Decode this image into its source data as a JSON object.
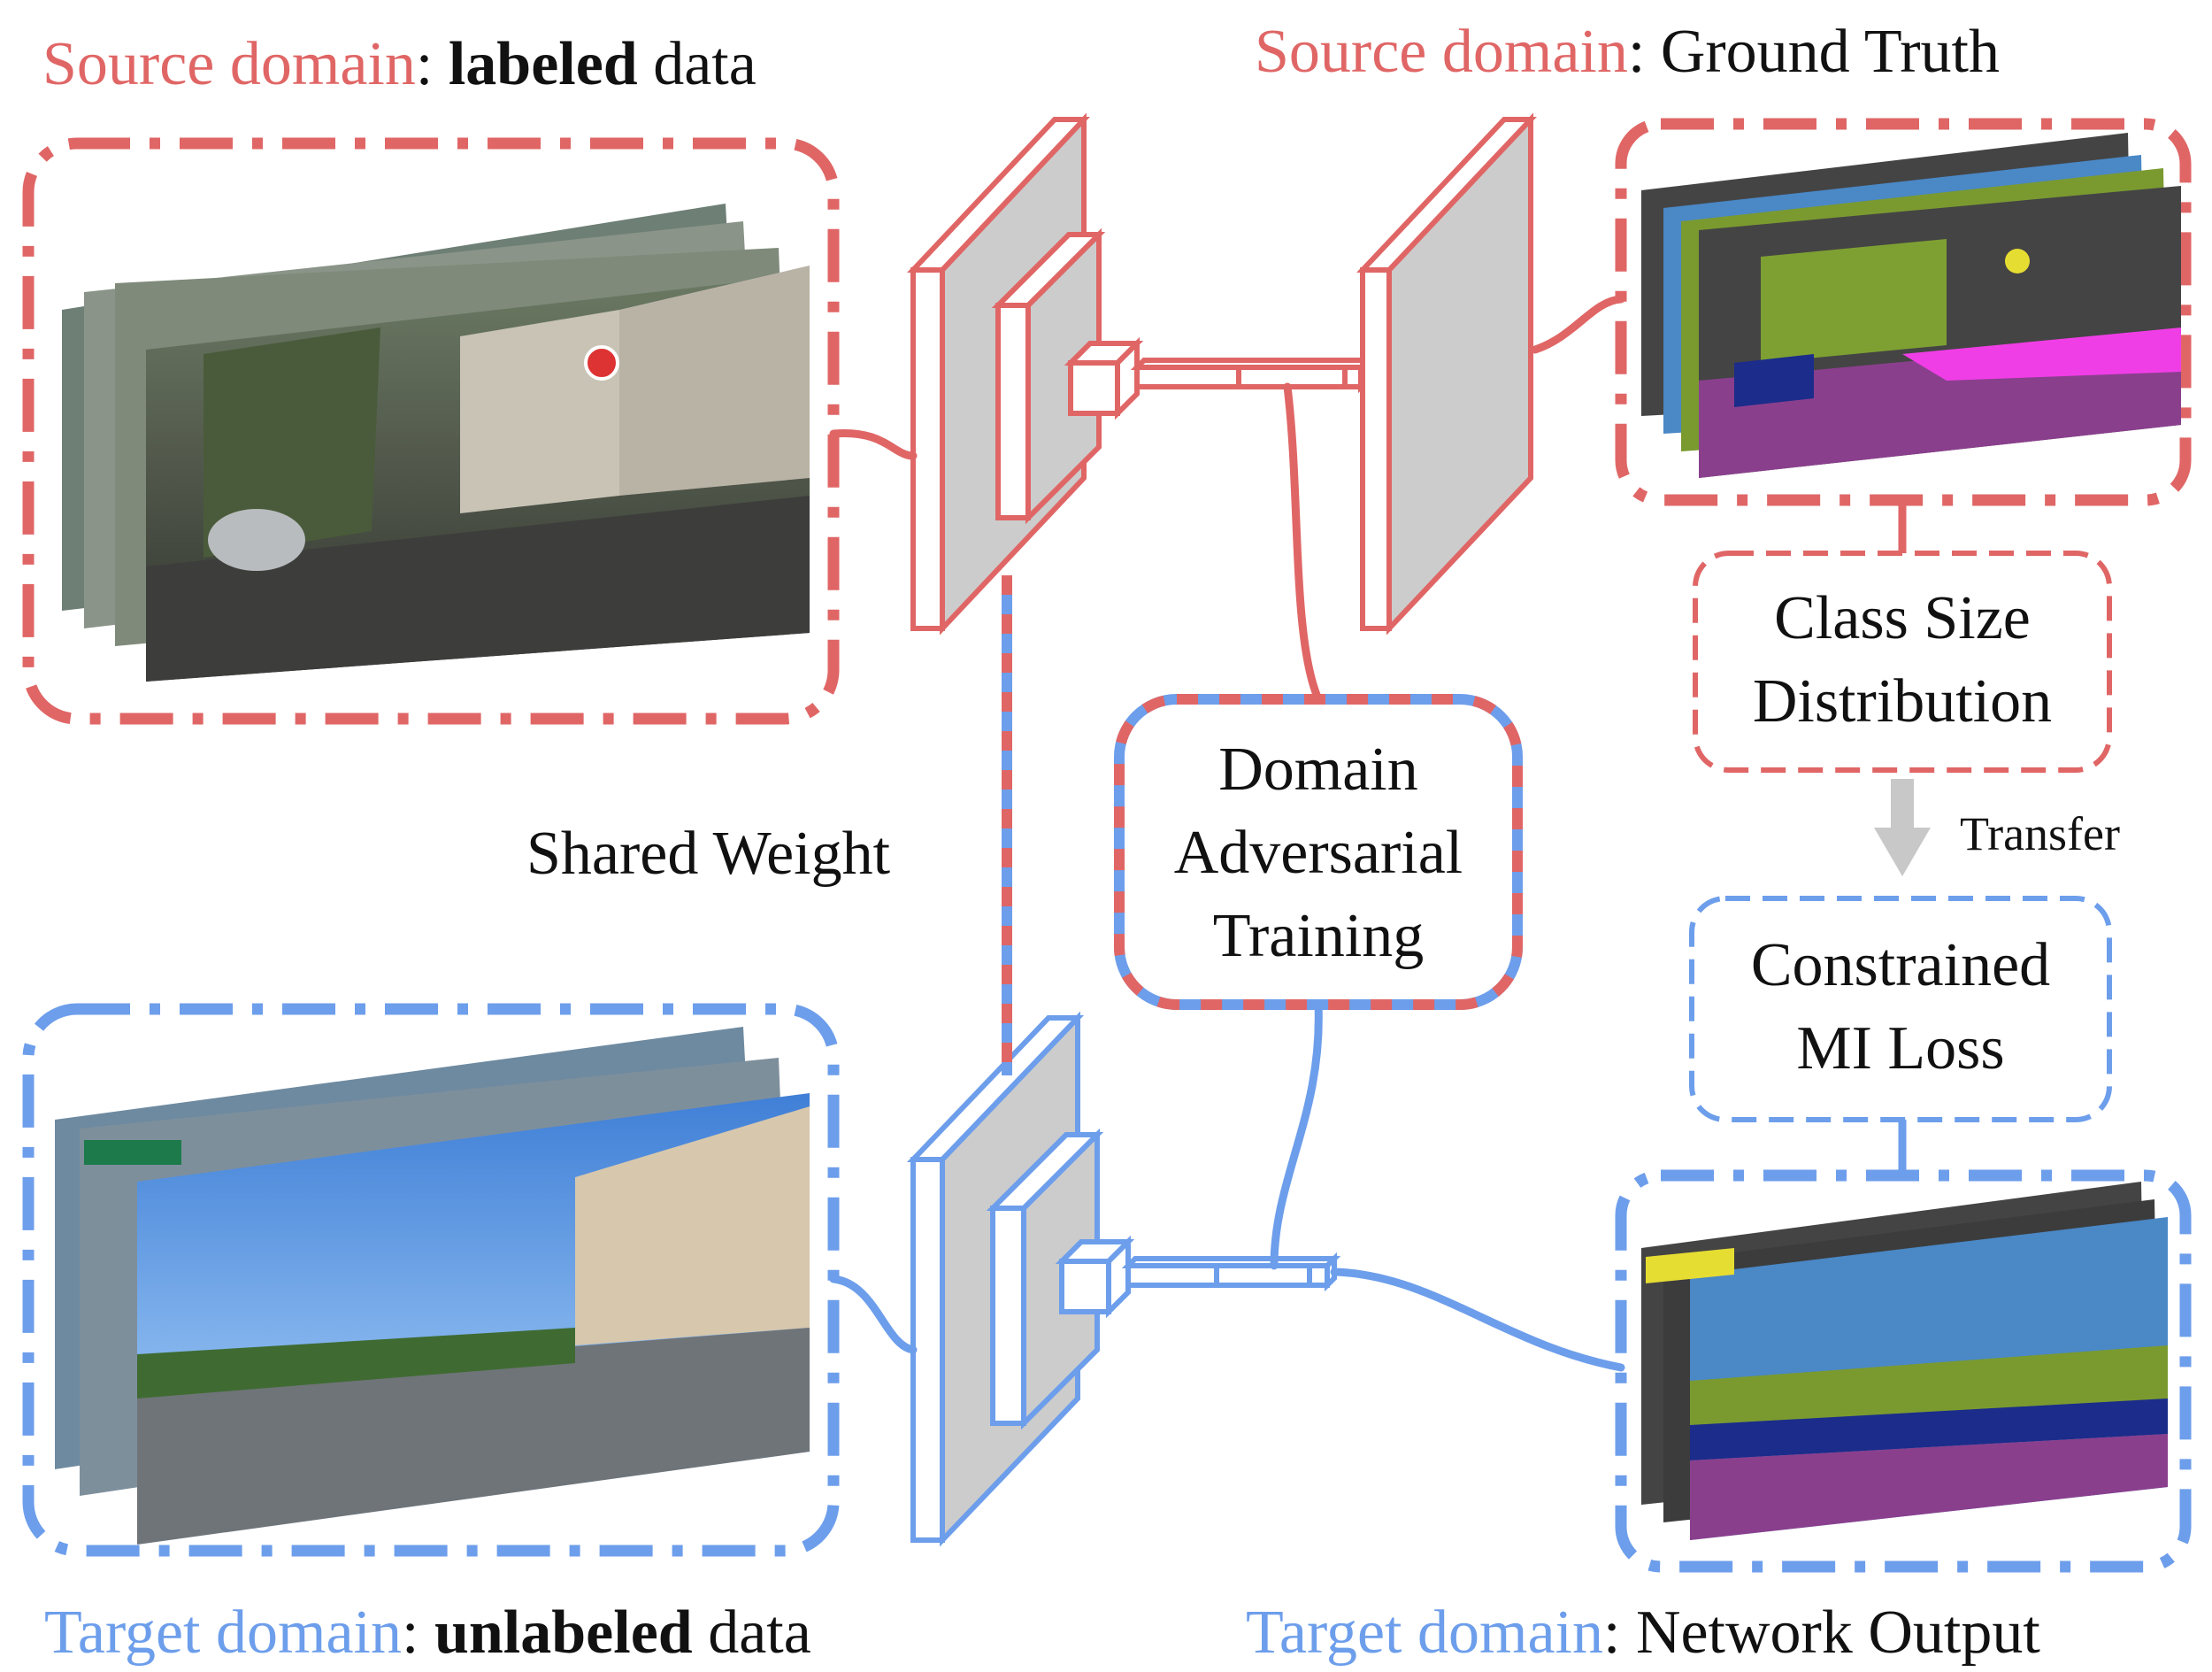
{
  "labels": {
    "source_input": {
      "domain": "Source domain",
      "sep": ": ",
      "emph": "labeled",
      "rest": " data"
    },
    "source_output": {
      "domain": "Source domain",
      "sep": ": ",
      "rest": "Ground Truth"
    },
    "target_input": {
      "domain": "Target domain",
      "sep": ": ",
      "emph": "unlabeled",
      "rest": " data"
    },
    "target_output": {
      "domain": "Target domain",
      "sep": ": ",
      "rest": "Network Output"
    },
    "shared_weight": "Shared Weight",
    "transfer": "Transfer"
  },
  "boxes": {
    "adversarial": [
      "Domain",
      "Adversarial",
      "Training"
    ],
    "class_size": [
      "Class Size",
      "Distribution"
    ],
    "mi_loss": [
      "Constrained",
      "MI Loss"
    ]
  },
  "colors": {
    "source": "#e06666",
    "target": "#6d9eeb",
    "panel_gray": "#cccccc",
    "arrow_gray": "#c8c8c8"
  }
}
